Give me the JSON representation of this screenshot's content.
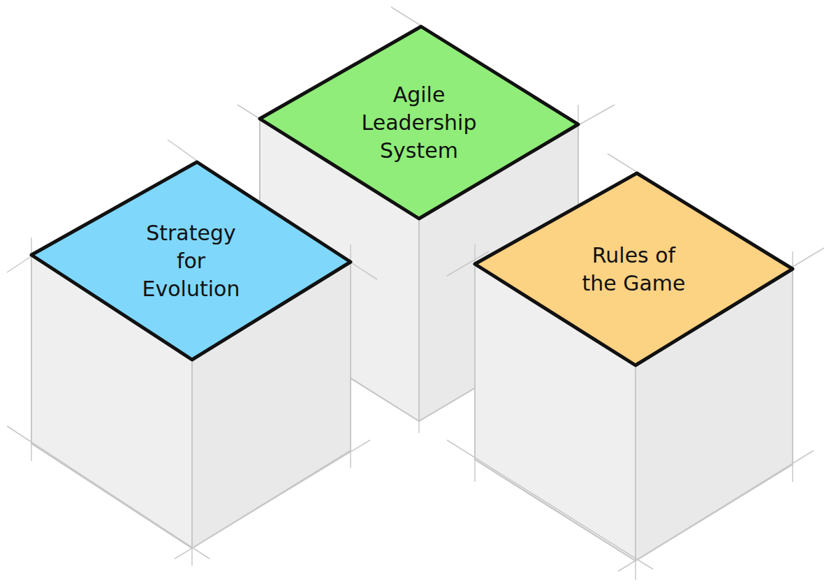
{
  "diagram": {
    "nodes": [
      {
        "text": [
          "Agile Leadership System"
        ]
      },
      {
        "text": [
          "Strategy for Evolution"
        ]
      },
      {
        "text": [
          "Rules of the Game"
        ]
      }
    ]
  }
}
